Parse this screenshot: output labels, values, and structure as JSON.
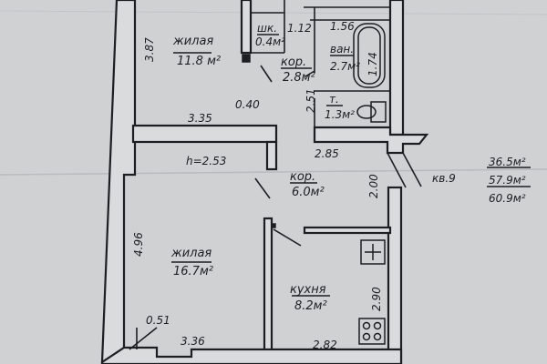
{
  "rooms": {
    "living_1": {
      "name": "жилая",
      "area": "11.8 м²"
    },
    "living_2": {
      "name": "жилая",
      "area": "16.7м²"
    },
    "wardrobe": {
      "name": "шк.",
      "area": "0.4м²"
    },
    "corridor_1": {
      "name": "кор.",
      "area": "2.8м²"
    },
    "corridor_2": {
      "name": "кор.",
      "area": "6.0м²"
    },
    "bathroom": {
      "name": "ван.",
      "area": "2.7м²"
    },
    "toilet": {
      "name": "т.",
      "area": "1.3м²"
    },
    "kitchen": {
      "name": "кухня",
      "area": "8.2м²"
    }
  },
  "dimensions": {
    "d387": "3.87",
    "d335": "3.35",
    "d040": "0.40",
    "d112": "1.12",
    "d156": "1.56",
    "d174": "1.74",
    "d251": "2.51",
    "d285": "2.85",
    "d200": "2.00",
    "d496": "4.96",
    "d290": "2.90",
    "d051": "0.51",
    "d336": "3.36",
    "d282": "2.82",
    "height": "h=2.53"
  },
  "apartment": {
    "label": "кв.9",
    "living_area": "36.5м²",
    "total_area": "57.9м²",
    "gross_area": "60.9м²"
  },
  "colors": {
    "paper": "#cfd1d3",
    "wall": "#d9dbdd",
    "ink": "#1c1e22"
  }
}
